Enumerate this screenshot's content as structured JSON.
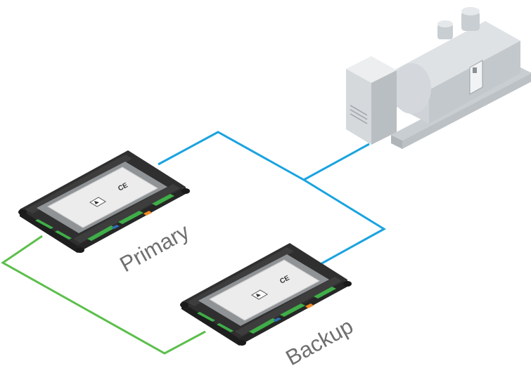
{
  "diagram": {
    "controllers": [
      {
        "id": "primary",
        "label": "Primary",
        "mark": "CE"
      },
      {
        "id": "backup",
        "label": "Backup",
        "mark": "CE"
      }
    ],
    "generator": {
      "icon": "generator-icon"
    },
    "links": [
      {
        "name": "primary-to-generator",
        "color": "#1aa3e0"
      },
      {
        "name": "backup-to-generator",
        "color": "#1aa3e0"
      },
      {
        "name": "primary-to-backup",
        "color": "#5cbf4c"
      }
    ],
    "colors": {
      "blue_link": "#1aa3e0",
      "green_link": "#5cbf4c",
      "terminal_green": "#3fae48",
      "terminal_orange": "#f08a24",
      "controller_body": "#2b2b2b",
      "generator_body": "#d9dde0"
    }
  }
}
